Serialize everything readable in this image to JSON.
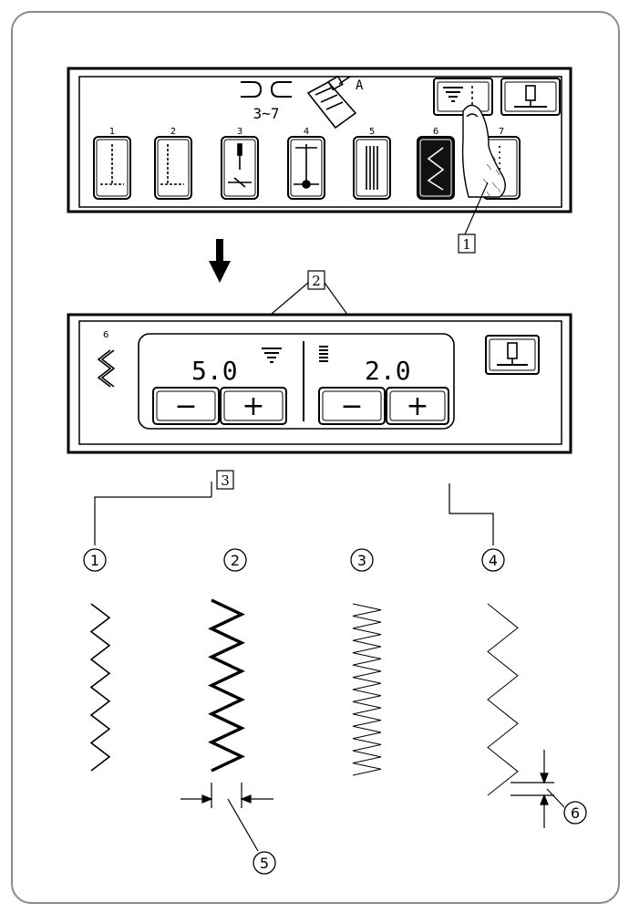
{
  "screen1": {
    "width_range": "3~7",
    "foot_label": "A",
    "patterns": [
      {
        "number": "1"
      },
      {
        "number": "2"
      },
      {
        "number": "3"
      },
      {
        "number": "4"
      },
      {
        "number": "5"
      },
      {
        "number": "6",
        "selected": true
      },
      {
        "number": "7"
      }
    ]
  },
  "screen2": {
    "pattern_number": "6",
    "width_value": "5.0",
    "length_value": "2.0",
    "minus_label": "−",
    "plus_label": "+"
  },
  "callouts": {
    "c1": "1",
    "c2": "2",
    "c3": "3",
    "c4": "4",
    "c5": "5",
    "c6": "6"
  },
  "boxed_labels": {
    "b1": "1",
    "b2": "2",
    "b3": "3"
  },
  "colors": {
    "frame": "#8a8a8a",
    "ink": "#000000",
    "selected": "#111111"
  }
}
